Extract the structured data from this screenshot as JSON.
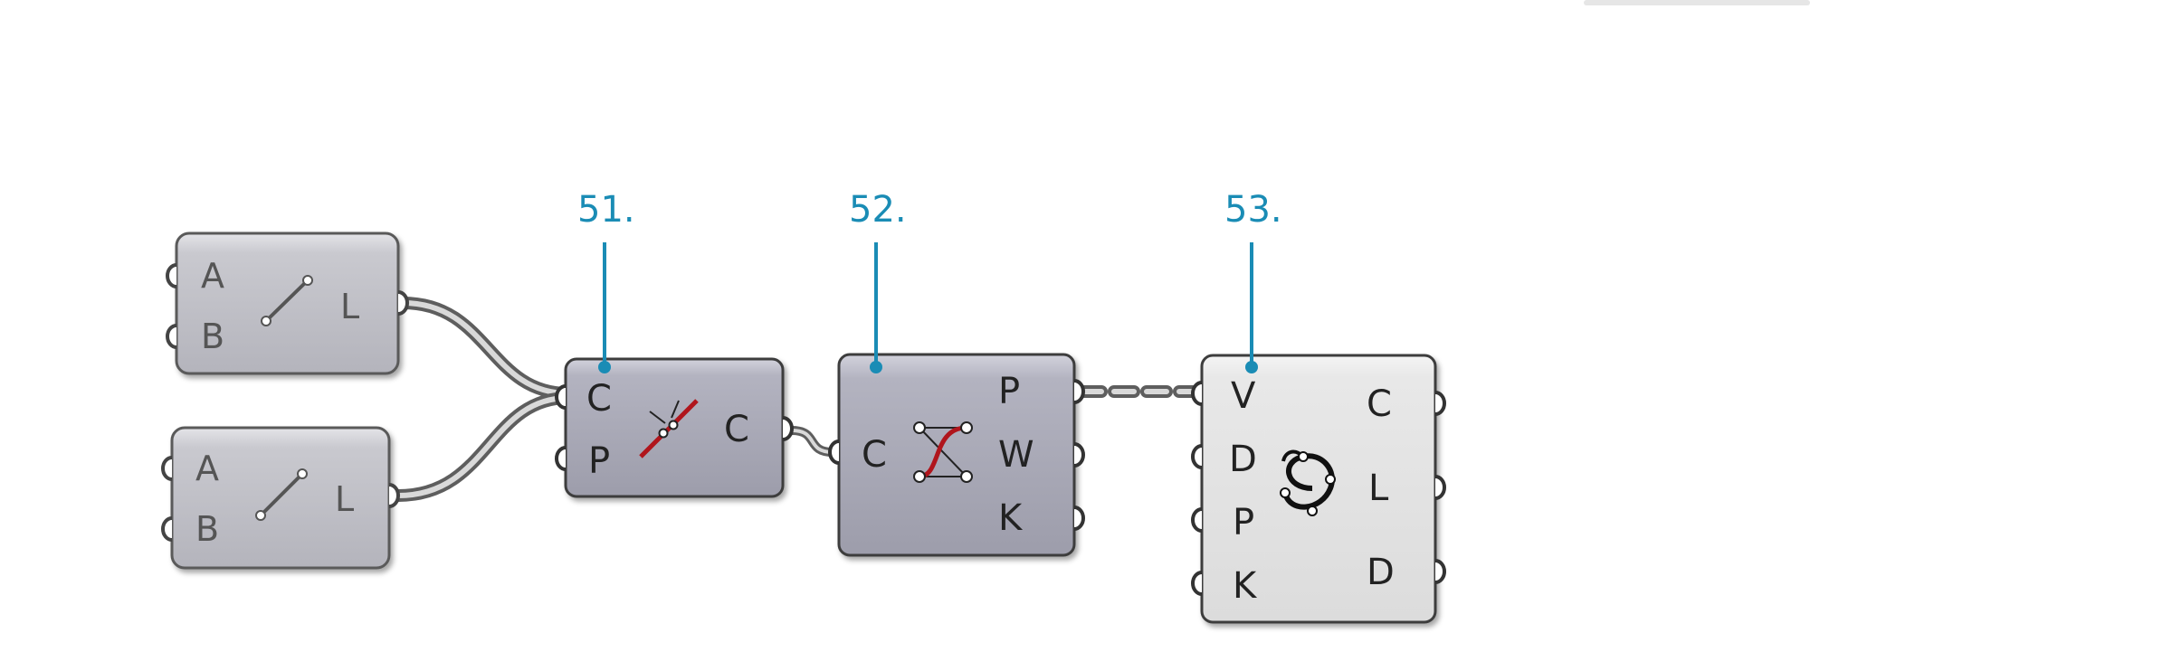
{
  "components": {
    "line_1": {
      "inputs": [
        "A",
        "B"
      ],
      "outputs": [
        "L"
      ]
    },
    "line_2": {
      "inputs": [
        "A",
        "B"
      ],
      "outputs": [
        "L"
      ]
    },
    "shatter": {
      "inputs": [
        "C",
        "P"
      ],
      "outputs": [
        "C"
      ]
    },
    "nurbs_curve_components": {
      "inputs": [
        "C"
      ],
      "outputs": [
        "P",
        "W",
        "K"
      ]
    },
    "nurbs_curve_pwk": {
      "inputs": [
        "V",
        "D",
        "P",
        "K"
      ],
      "outputs": [
        "C",
        "L",
        "D"
      ]
    }
  },
  "callouts": [
    "51.",
    "52.",
    "53."
  ],
  "colors": {
    "callout": "#1a8cb5",
    "wire": "#7a7a7a",
    "component_dark": "#a9a9b5",
    "component_light": "#e6e6e6",
    "accent_red": "#b0151c"
  }
}
